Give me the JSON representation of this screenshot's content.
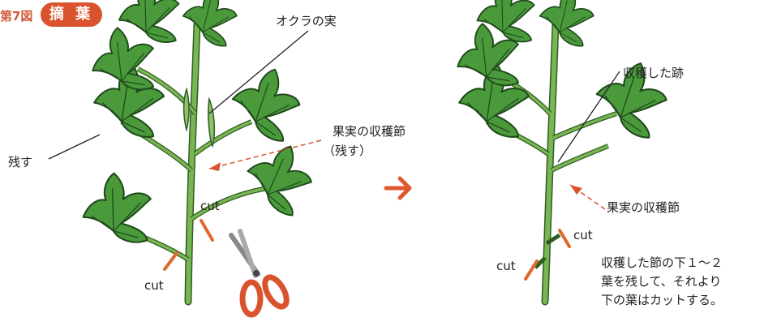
{
  "figure_number": "第7図",
  "title": "摘 葉",
  "labels": {
    "okra_fruit": "オクラの実",
    "harvest_node": "果実の収穫節",
    "keep_paren": "（残す）",
    "keep": "残す",
    "cut": "cut",
    "harvest_mark": "収穫した跡",
    "harvest_node_right": "果実の収穫節"
  },
  "note": "収穫した節の下１～２\n葉を残して、それより\n下の葉はカットする。",
  "colors": {
    "accent": "#d9542e",
    "leaf": "#4a9a3c",
    "leaf_dark": "#2f6b27",
    "stem": "#6aa846"
  }
}
